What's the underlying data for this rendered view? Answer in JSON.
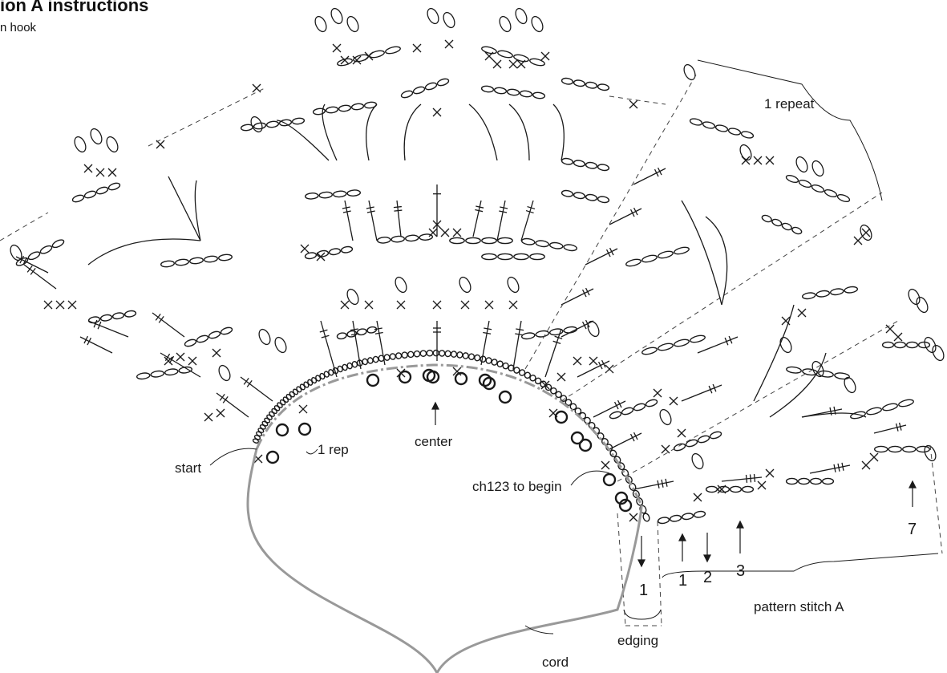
{
  "header": {
    "title": "ion A instructions",
    "subtitle": "n hook"
  },
  "labels": {
    "one_repeat": "1 repeat",
    "start": "start",
    "one_rep": "1 rep",
    "center": "center",
    "ch_begin": "ch123 to begin",
    "pattern_stitch": "pattern stitch A",
    "edging": "edging",
    "cord": "cord"
  },
  "rows": {
    "edging_row": "1",
    "row1": "1",
    "row2": "2",
    "row3": "3",
    "row7": "7"
  },
  "colors": {
    "ink": "#1a1a1a",
    "cord": "#999999",
    "dashed": "#444444"
  }
}
